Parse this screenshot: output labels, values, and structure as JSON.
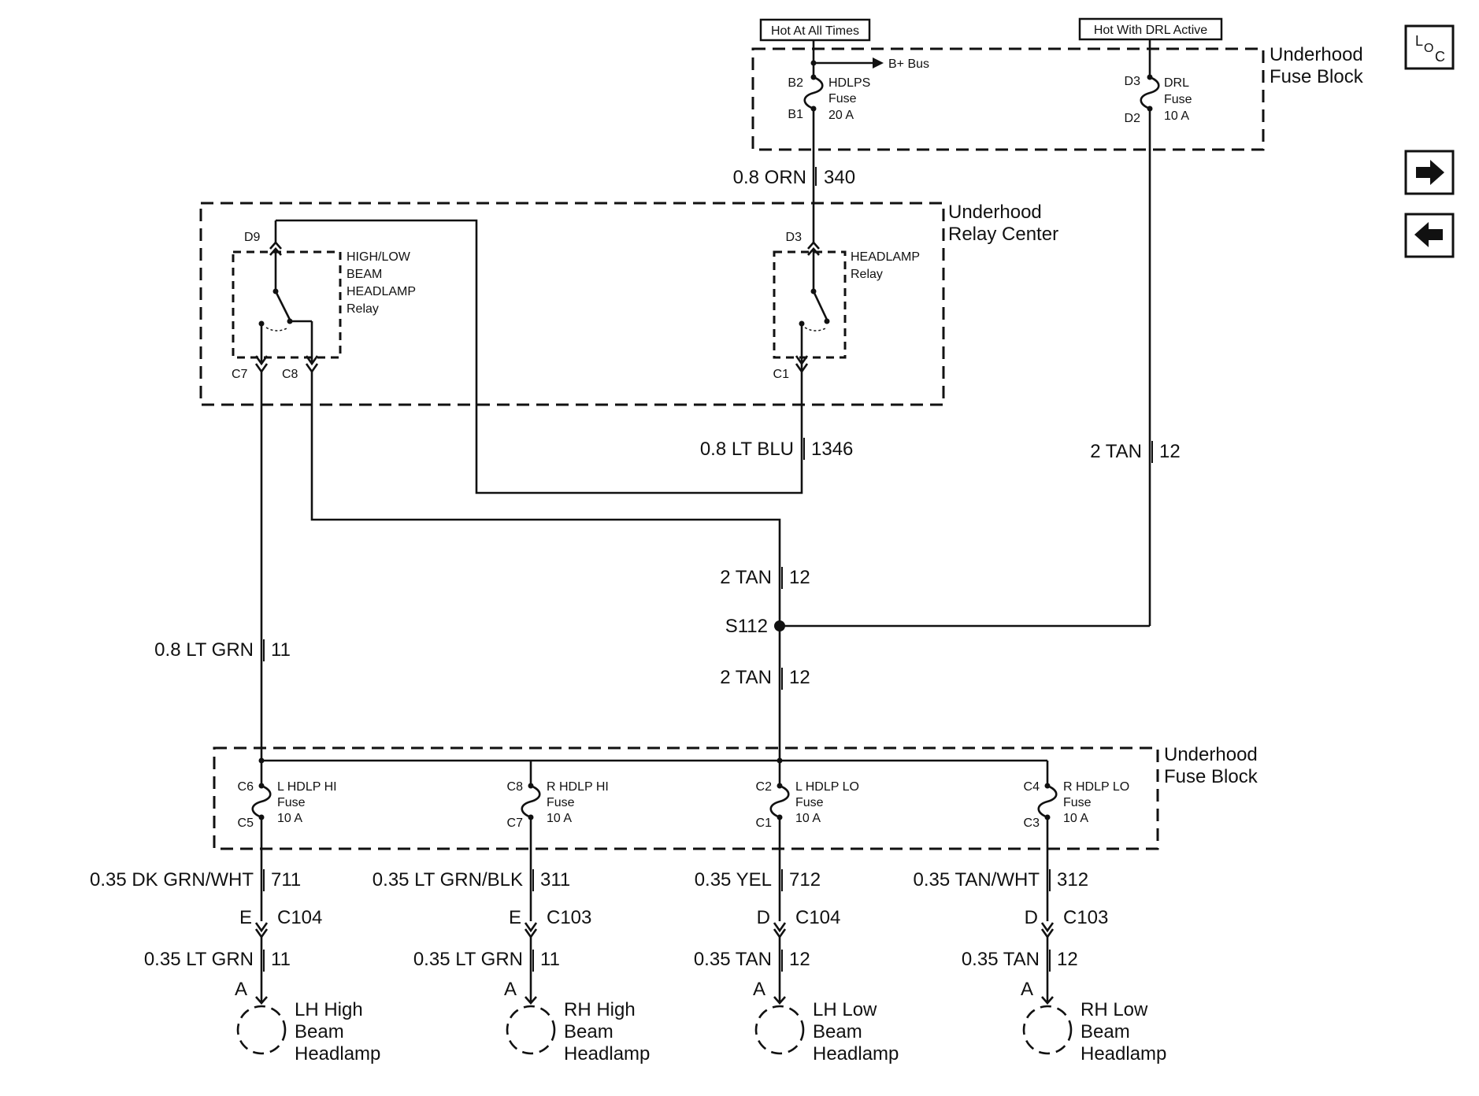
{
  "sources": {
    "hot_all_times": "Hot At All Times",
    "hot_drl": "Hot With DRL Active",
    "b_bus": "B+ Bus"
  },
  "fuse_block_top": {
    "title_line1": "Underhood",
    "title_line2": "Fuse Block",
    "hdlps": {
      "pin_in": "B2",
      "pin_out": "B1",
      "line1": "HDLPS",
      "line2": "Fuse",
      "line3": "20 A"
    },
    "drl": {
      "pin_in": "D3",
      "pin_out": "D2",
      "line1": "DRL",
      "line2": "Fuse",
      "line3": "10 A"
    }
  },
  "relay_center": {
    "title_line1": "Underhood",
    "title_line2": "Relay Center",
    "hilo_relay": {
      "pin_top": "D9",
      "pin_c7": "C7",
      "pin_c8": "C8",
      "line1": "HIGH/LOW",
      "line2": "BEAM",
      "line3": "HEADLAMP",
      "line4": "Relay"
    },
    "headlamp_relay": {
      "pin_top": "D3",
      "pin_bottom": "C1",
      "line1": "HEADLAMP",
      "line2": "Relay"
    }
  },
  "wires": {
    "w340": {
      "gauge": "0.8 ORN",
      "circuit": "340"
    },
    "w1346": {
      "gauge": "0.8 LT BLU",
      "circuit": "1346"
    },
    "w12_drl": {
      "gauge": "2 TAN",
      "circuit": "12"
    },
    "w12_upper": {
      "gauge": "2 TAN",
      "circuit": "12"
    },
    "w12_lower": {
      "gauge": "2 TAN",
      "circuit": "12"
    },
    "w11": {
      "gauge": "0.8 LT GRN",
      "circuit": "11"
    }
  },
  "splice": "S112",
  "fuse_block_bottom": {
    "title_line1": "Underhood",
    "title_line2": "Fuse Block",
    "fuses": [
      {
        "pin_in": "C6",
        "pin_out": "C5",
        "line1": "L HDLP HI",
        "line2": "Fuse",
        "line3": "10 A"
      },
      {
        "pin_in": "C8",
        "pin_out": "C7",
        "line1": "R HDLP HI",
        "line2": "Fuse",
        "line3": "10 A"
      },
      {
        "pin_in": "C2",
        "pin_out": "C1",
        "line1": "L HDLP LO",
        "line2": "Fuse",
        "line3": "10 A"
      },
      {
        "pin_in": "C4",
        "pin_out": "C3",
        "line1": "R HDLP LO",
        "line2": "Fuse",
        "line3": "10 A"
      }
    ]
  },
  "branches": [
    {
      "out_gauge": "0.35 DK GRN/WHT",
      "out_circuit": "711",
      "conn_pin": "E",
      "connector": "C104",
      "in_gauge": "0.35 LT GRN",
      "in_circuit": "11",
      "lamp_pin": "A",
      "lamp_line1": "LH High",
      "lamp_line2": "Beam",
      "lamp_line3": "Headlamp"
    },
    {
      "out_gauge": "0.35 LT GRN/BLK",
      "out_circuit": "311",
      "conn_pin": "E",
      "connector": "C103",
      "in_gauge": "0.35 LT GRN",
      "in_circuit": "11",
      "lamp_pin": "A",
      "lamp_line1": "RH High",
      "lamp_line2": "Beam",
      "lamp_line3": "Headlamp"
    },
    {
      "out_gauge": "0.35 YEL",
      "out_circuit": "712",
      "conn_pin": "D",
      "connector": "C104",
      "in_gauge": "0.35 TAN",
      "in_circuit": "12",
      "lamp_pin": "A",
      "lamp_line1": "LH Low",
      "lamp_line2": "Beam",
      "lamp_line3": "Headlamp"
    },
    {
      "out_gauge": "0.35 TAN/WHT",
      "out_circuit": "312",
      "conn_pin": "D",
      "connector": "C103",
      "in_gauge": "0.35 TAN",
      "in_circuit": "12",
      "lamp_pin": "A",
      "lamp_line1": "RH Low",
      "lamp_line2": "Beam",
      "lamp_line3": "Headlamp"
    }
  ],
  "nav": {
    "loc_l": "L",
    "loc_o": "O",
    "loc_c": "C",
    "forward_icon": "arrow-right-icon",
    "back_icon": "arrow-left-icon"
  }
}
